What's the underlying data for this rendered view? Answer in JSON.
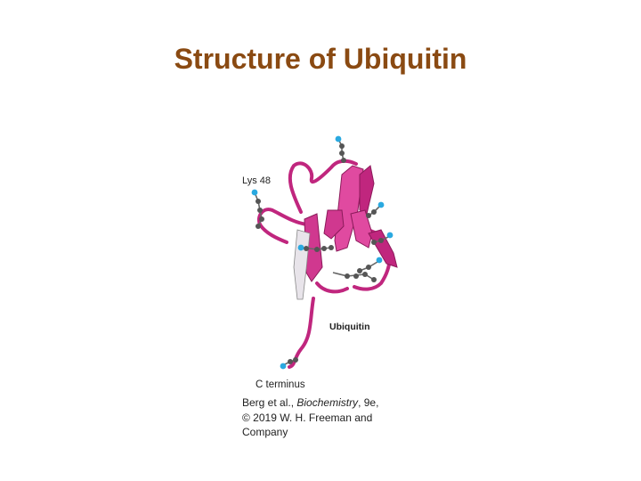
{
  "slide": {
    "title": "Structure of Ubiquitin"
  },
  "figure": {
    "labels": {
      "lys48": "Lys 48",
      "protein": "Ubiquitin",
      "c_terminus": "C terminus"
    },
    "credit": {
      "authors": "Berg et al., ",
      "book": "Biochemistry",
      "edition": ", 9e,",
      "copyright": "© 2019 W. H. Freeman and",
      "company": "Company"
    }
  },
  "colors": {
    "title": "#8a4a12",
    "ribbon": "#c0267e",
    "ribbon_light": "#e04aa0",
    "atom_carbon": "#555555",
    "atom_nitrogen": "#2aa9e0"
  }
}
